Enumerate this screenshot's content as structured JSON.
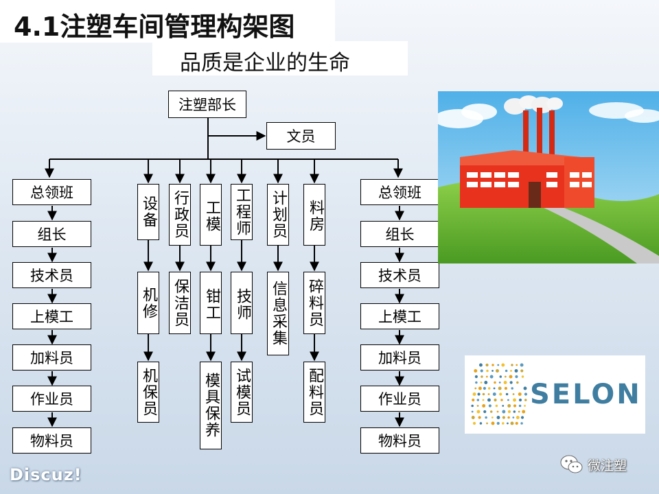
{
  "header": {
    "title": "4.1注塑车间管理构架图",
    "subtitle": "品质是企业的生命"
  },
  "org": {
    "head": "注塑部长",
    "clerk": "文员",
    "left_chain": [
      "总领班",
      "组长",
      "技术员",
      "上模工",
      "加料员",
      "作业员",
      "物料员"
    ],
    "right_chain": [
      "总领班",
      "组长",
      "技术员",
      "上模工",
      "加料员",
      "作业员",
      "物料员"
    ],
    "columns": [
      [
        "设备",
        "机修",
        "机保员"
      ],
      [
        "行政员",
        "保洁员"
      ],
      [
        "工模",
        "钳工",
        "模具保养"
      ],
      [
        "工程师",
        "技师",
        "试模员"
      ],
      [
        "计划员",
        "信息采集"
      ],
      [
        "料房",
        "碎料员",
        "配料员"
      ]
    ]
  },
  "logo": {
    "text": "SELON"
  },
  "watermarks": {
    "wechat": "微注塑",
    "discuz": "Discuz!"
  },
  "colors": {
    "line": "#000000",
    "factory_red": "#e8321e",
    "logo_blue": "#3f7ea0"
  }
}
